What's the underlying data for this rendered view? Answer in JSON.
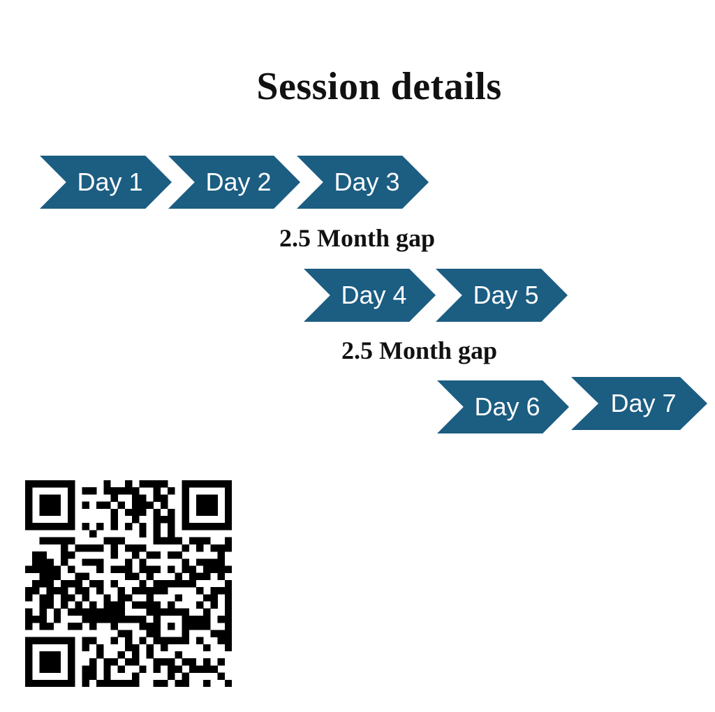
{
  "title": "Session details",
  "colors": {
    "chevron": "#1c5d82",
    "text_dark": "#111111",
    "qr_dark": "#000000"
  },
  "days": [
    {
      "label": "Day 1"
    },
    {
      "label": "Day 2"
    },
    {
      "label": "Day 3"
    },
    {
      "label": "Day 4"
    },
    {
      "label": "Day 5"
    },
    {
      "label": "Day 6"
    },
    {
      "label": "Day 7"
    }
  ],
  "gaps": [
    {
      "label": "2.5 Month gap"
    },
    {
      "label": "2.5 Month gap"
    }
  ],
  "qr_code": {
    "icon": "qr-code-icon"
  }
}
